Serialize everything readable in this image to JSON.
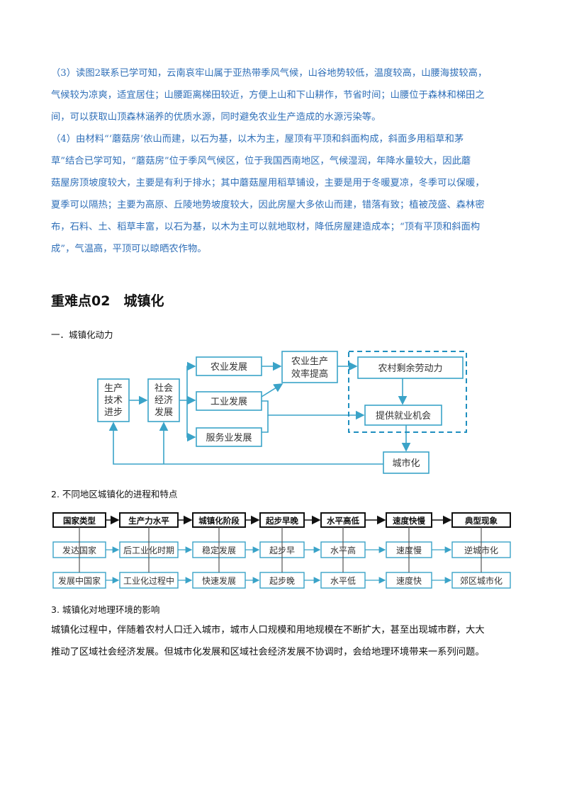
{
  "answers": {
    "p3": [
      "（3）读图2联系已学可知，云南哀牢山属于亚热带季风气候，山谷地势较低，温度较高，山腰海拔较高，",
      "气候较为凉爽，适宜居住；山腰距离梯田较近，方便上山和下山耕作，节省时间；山腰位于森林和梯田之",
      "间，可以获取山顶森林涵养的优质水源，同时避免农业生产造成的水源污染等。"
    ],
    "p4": [
      "（4）由材料“‘蘑菇房’依山而建，以石为基，以木为主，屋顶有平顶和斜面构成，斜面多用稻草和茅",
      "草”结合已学可知，“蘑菇房”位于季风气候区，位于我国西南地区，气候湿润，年降水量较大，因此蘑",
      "菇屋房顶坡度较大，主要是有利于排水；其中蘑菇屋用稻草铺设，主要是用于冬暖夏凉，冬季可以保暖，",
      "夏季可以隔热；主要为高原、丘陵地势坡度较大，因此房屋大多依山而建，错落有致；植被茂盛、森林密",
      "布，石料、土、稻草丰富，以石为基，以木为主可以就地取材，降低房屋建造成本；“顶有平顶和斜面构",
      "成”，气温高，平顶可以晾晒农作物。"
    ]
  },
  "section": {
    "title": "重难点02　城镇化"
  },
  "sub1": {
    "heading": "一．城镇化动力",
    "diagram": {
      "tech": [
        "生产",
        "技术",
        "进步"
      ],
      "econ": [
        "社会",
        "经济",
        "发展"
      ],
      "agri": "农业发展",
      "industry": "工业发展",
      "service": "服务业发展",
      "efficiency": [
        "农业生产",
        "效率提高"
      ],
      "surplus": "农村剩余劳动力",
      "jobs": "提供就业机会",
      "urban": "城市化"
    }
  },
  "sub2": {
    "heading": "2. 不同地区城镇化的进程和特点",
    "headers": [
      "国家类型",
      "生产力水平",
      "城镇化阶段",
      "起步早晚",
      "水平高低",
      "速度快慢",
      "典型现象"
    ],
    "row1": [
      "发达国家",
      "后工业化时期",
      "稳定发展",
      "起步早",
      "水平高",
      "速度慢",
      "逆城市化"
    ],
    "row2": [
      "发展中国家",
      "工业化过程中",
      "快速发展",
      "起步晚",
      "水平低",
      "速度快",
      "郊区城市化"
    ]
  },
  "sub3": {
    "heading": "3. 城镇化对地理环境的影响",
    "text": [
      "城镇化过程中，伴随着农村人口迁入城市，城市人口规模和用地规模在不断扩大，甚至出现城市群，大大",
      "推动了区域社会经济发展。但城市化发展和区域社会经济发展不协调时，会给地理环境带来一系列问题。"
    ]
  },
  "colors": {
    "answer_text": "#2f6fb8",
    "diagram_box": "#3aa3c8",
    "dashed": "#1f8fbf"
  }
}
